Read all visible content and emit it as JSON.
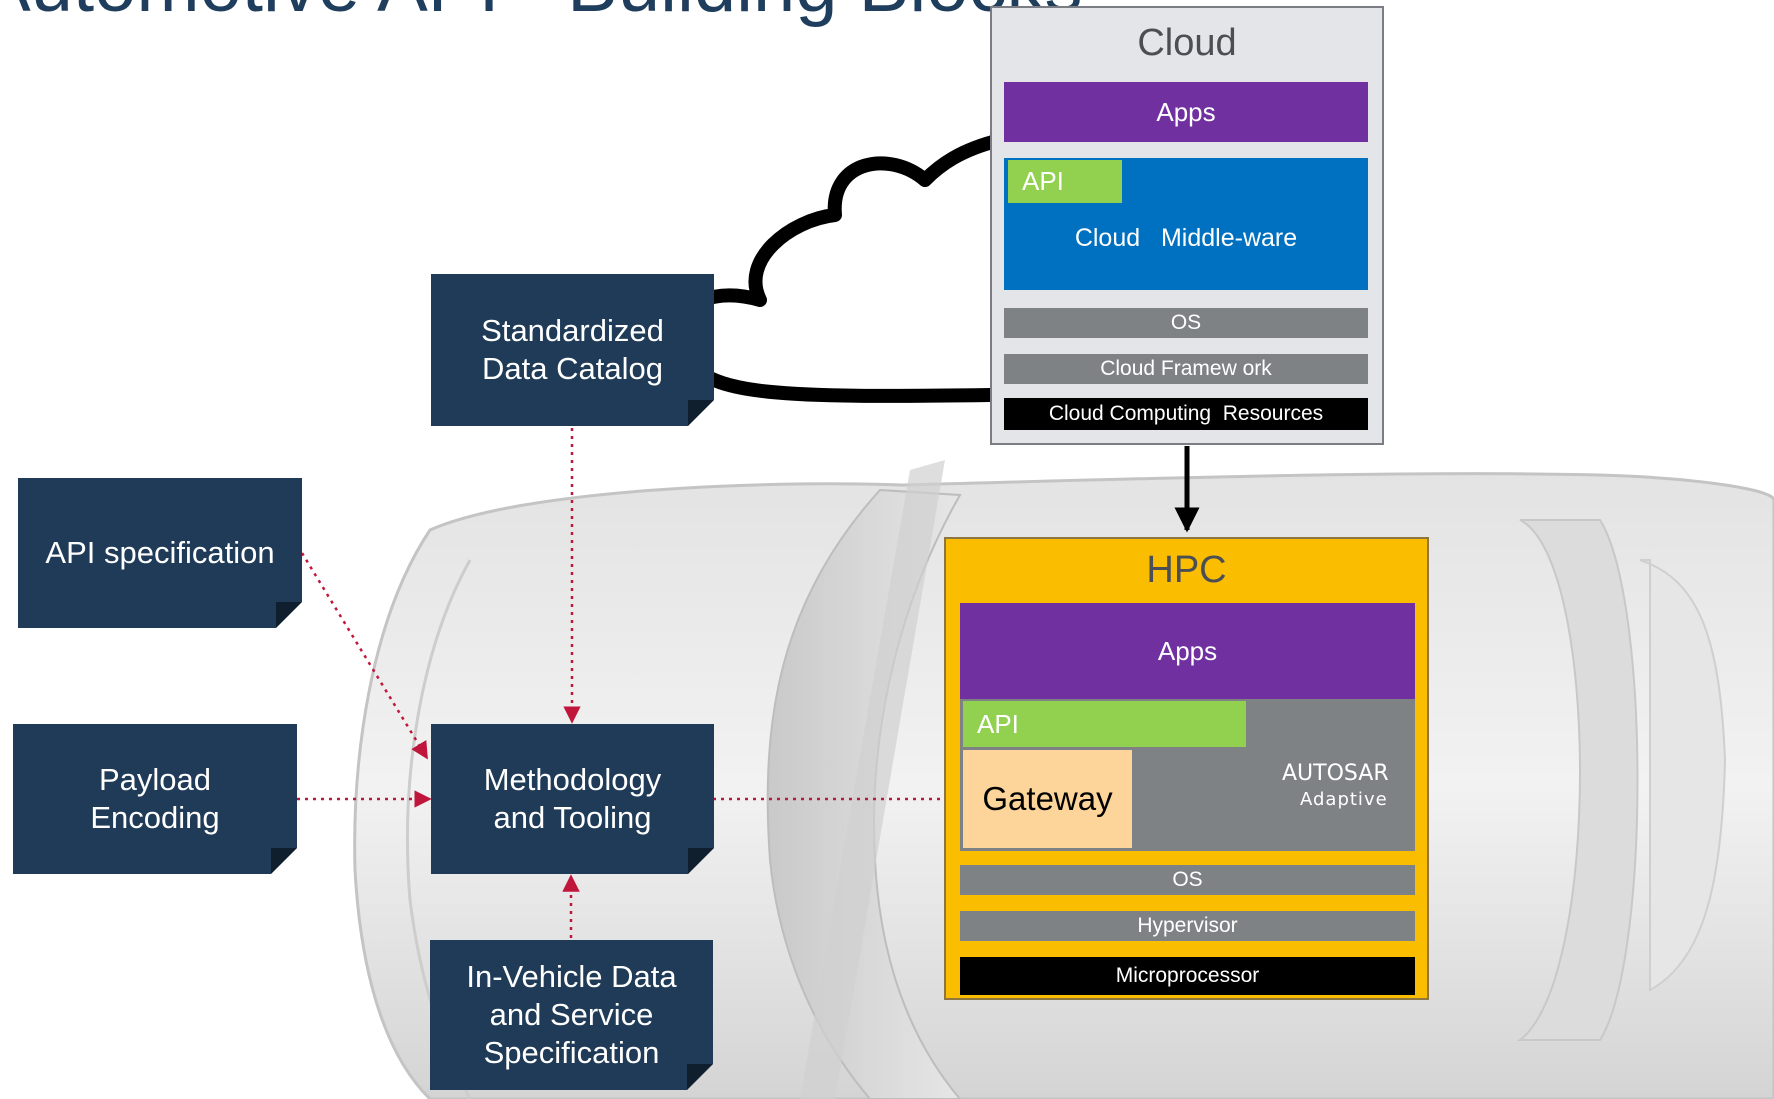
{
  "page_title": "Automotive API - Building Blocks",
  "inputs": {
    "catalog": "Standardized Data Catalog",
    "api_spec": "API specification",
    "payload": "Payload Encoding",
    "methodology": "Methodology and Tooling",
    "in_vehicle": "In-Vehicle Data and Service Specification"
  },
  "cloud": {
    "title": "Cloud",
    "apps": "Apps",
    "api": "API",
    "middleware": "Cloud   Middle-ware",
    "os": "OS",
    "framework": "Cloud Framew ork",
    "resources": "Cloud Computing  Resources"
  },
  "hpc": {
    "title": "HPC",
    "apps": "Apps",
    "api": "API",
    "gateway": "Gateway",
    "autosar": "AUTOSAR",
    "adaptive": "Adaptive",
    "os": "OS",
    "hypervisor": "Hypervisor",
    "microprocessor": "Microprocessor"
  },
  "colors": {
    "note": "#1f3b57",
    "arrow_dotted": "#c0163c",
    "apps": "#7030a0",
    "api": "#92d050",
    "middleware": "#0070c0",
    "layer_gray": "#7f8285",
    "hpc_background": "#fbbd00",
    "gateway": "#fdd49a"
  },
  "icons": [
    "cloud-icon",
    "car-illustration"
  ]
}
